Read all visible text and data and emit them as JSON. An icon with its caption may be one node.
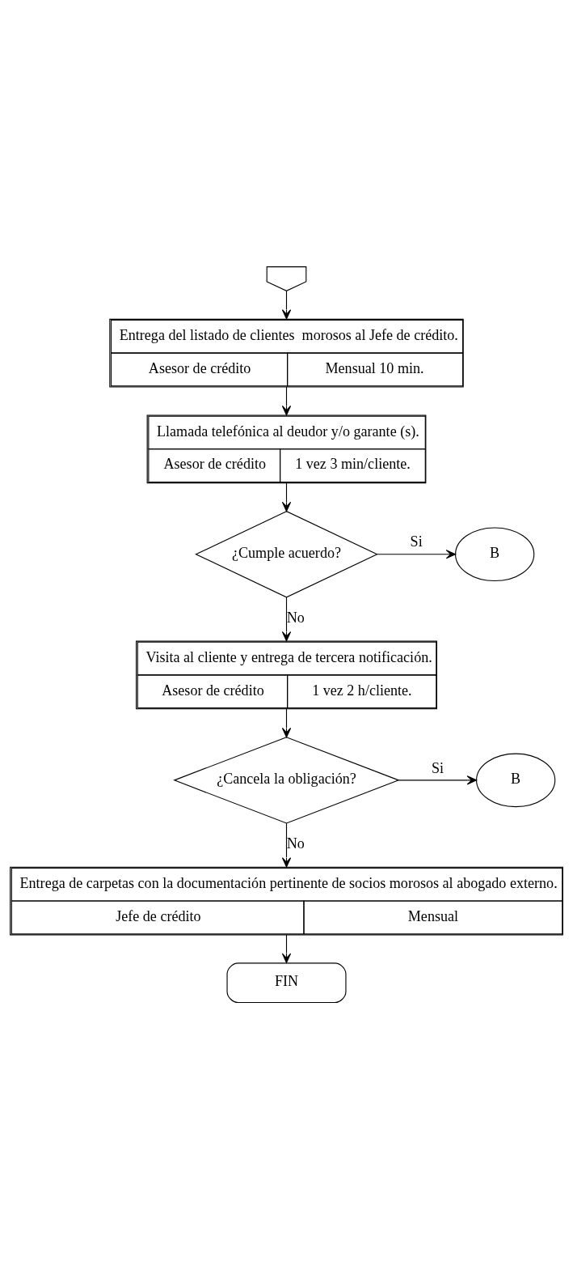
{
  "diagram": {
    "nodes": [
      {
        "text": [],
        "shape": "pentagon"
      },
      {
        "text": [
          "Entrega del listado de clientes  morosos al Jefe de crédito.",
          "Asesor de crédito",
          "Mensual 10 min."
        ]
      },
      {
        "text": [
          "Llamada telefónica al deudor y/o garante (s).",
          "Asesor de crédito",
          "1 vez 3 min/cliente."
        ]
      },
      {
        "text": [
          "¿Cumple acuerdo?"
        ]
      },
      {
        "text": [
          "B"
        ]
      },
      {
        "text": [
          "Visita al cliente y entrega de tercera notificación.",
          "Asesor de crédito",
          "1 vez 2 h/cliente."
        ]
      },
      {
        "text": [
          "¿Cancela la obligación?"
        ]
      },
      {
        "text": [
          "B"
        ]
      },
      {
        "text": [
          "Entrega de carpetas con la documentación pertinente de socios morosos al abogado externo.",
          "Jefe de crédito",
          "Mensual"
        ]
      },
      {
        "text": [
          "FIN"
        ]
      }
    ],
    "edges": [
      {
        "from": 0,
        "to": 1,
        "arrow": "to"
      },
      {
        "from": 1,
        "to": 2,
        "arrow": "to"
      },
      {
        "from": 2,
        "to": 3,
        "arrow": "to"
      },
      {
        "from": 3,
        "to": 4,
        "arrow": "to",
        "label": "Si"
      },
      {
        "from": 3,
        "to": 5,
        "arrow": "to",
        "label": "No"
      },
      {
        "from": 5,
        "to": 6,
        "arrow": "to"
      },
      {
        "from": 6,
        "to": 7,
        "arrow": "to",
        "label": "Si"
      },
      {
        "from": 6,
        "to": 8,
        "arrow": "to",
        "label": "No"
      },
      {
        "from": 8,
        "to": 9,
        "arrow": "to"
      }
    ]
  }
}
